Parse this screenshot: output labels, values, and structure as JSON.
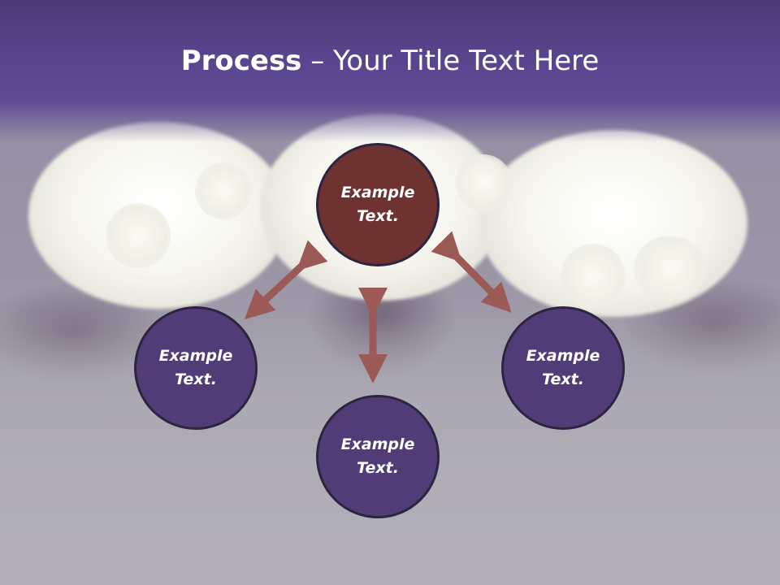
{
  "title": {
    "bold": "Process",
    "rest": " – Your Title Text Here"
  },
  "nodes": {
    "center": {
      "line1": "Example",
      "line2": "Text."
    },
    "left": {
      "line1": "Example",
      "line2": "Text."
    },
    "right": {
      "line1": "Example",
      "line2": "Text."
    },
    "bottom": {
      "line1": "Example",
      "line2": "Text."
    }
  },
  "colors": {
    "title_band": "#5a4690",
    "center_node": "#6e3331",
    "outer_node": "#503d78",
    "node_border": "#2d2440",
    "arrow": "#9b5a56",
    "text": "#ffffff"
  }
}
